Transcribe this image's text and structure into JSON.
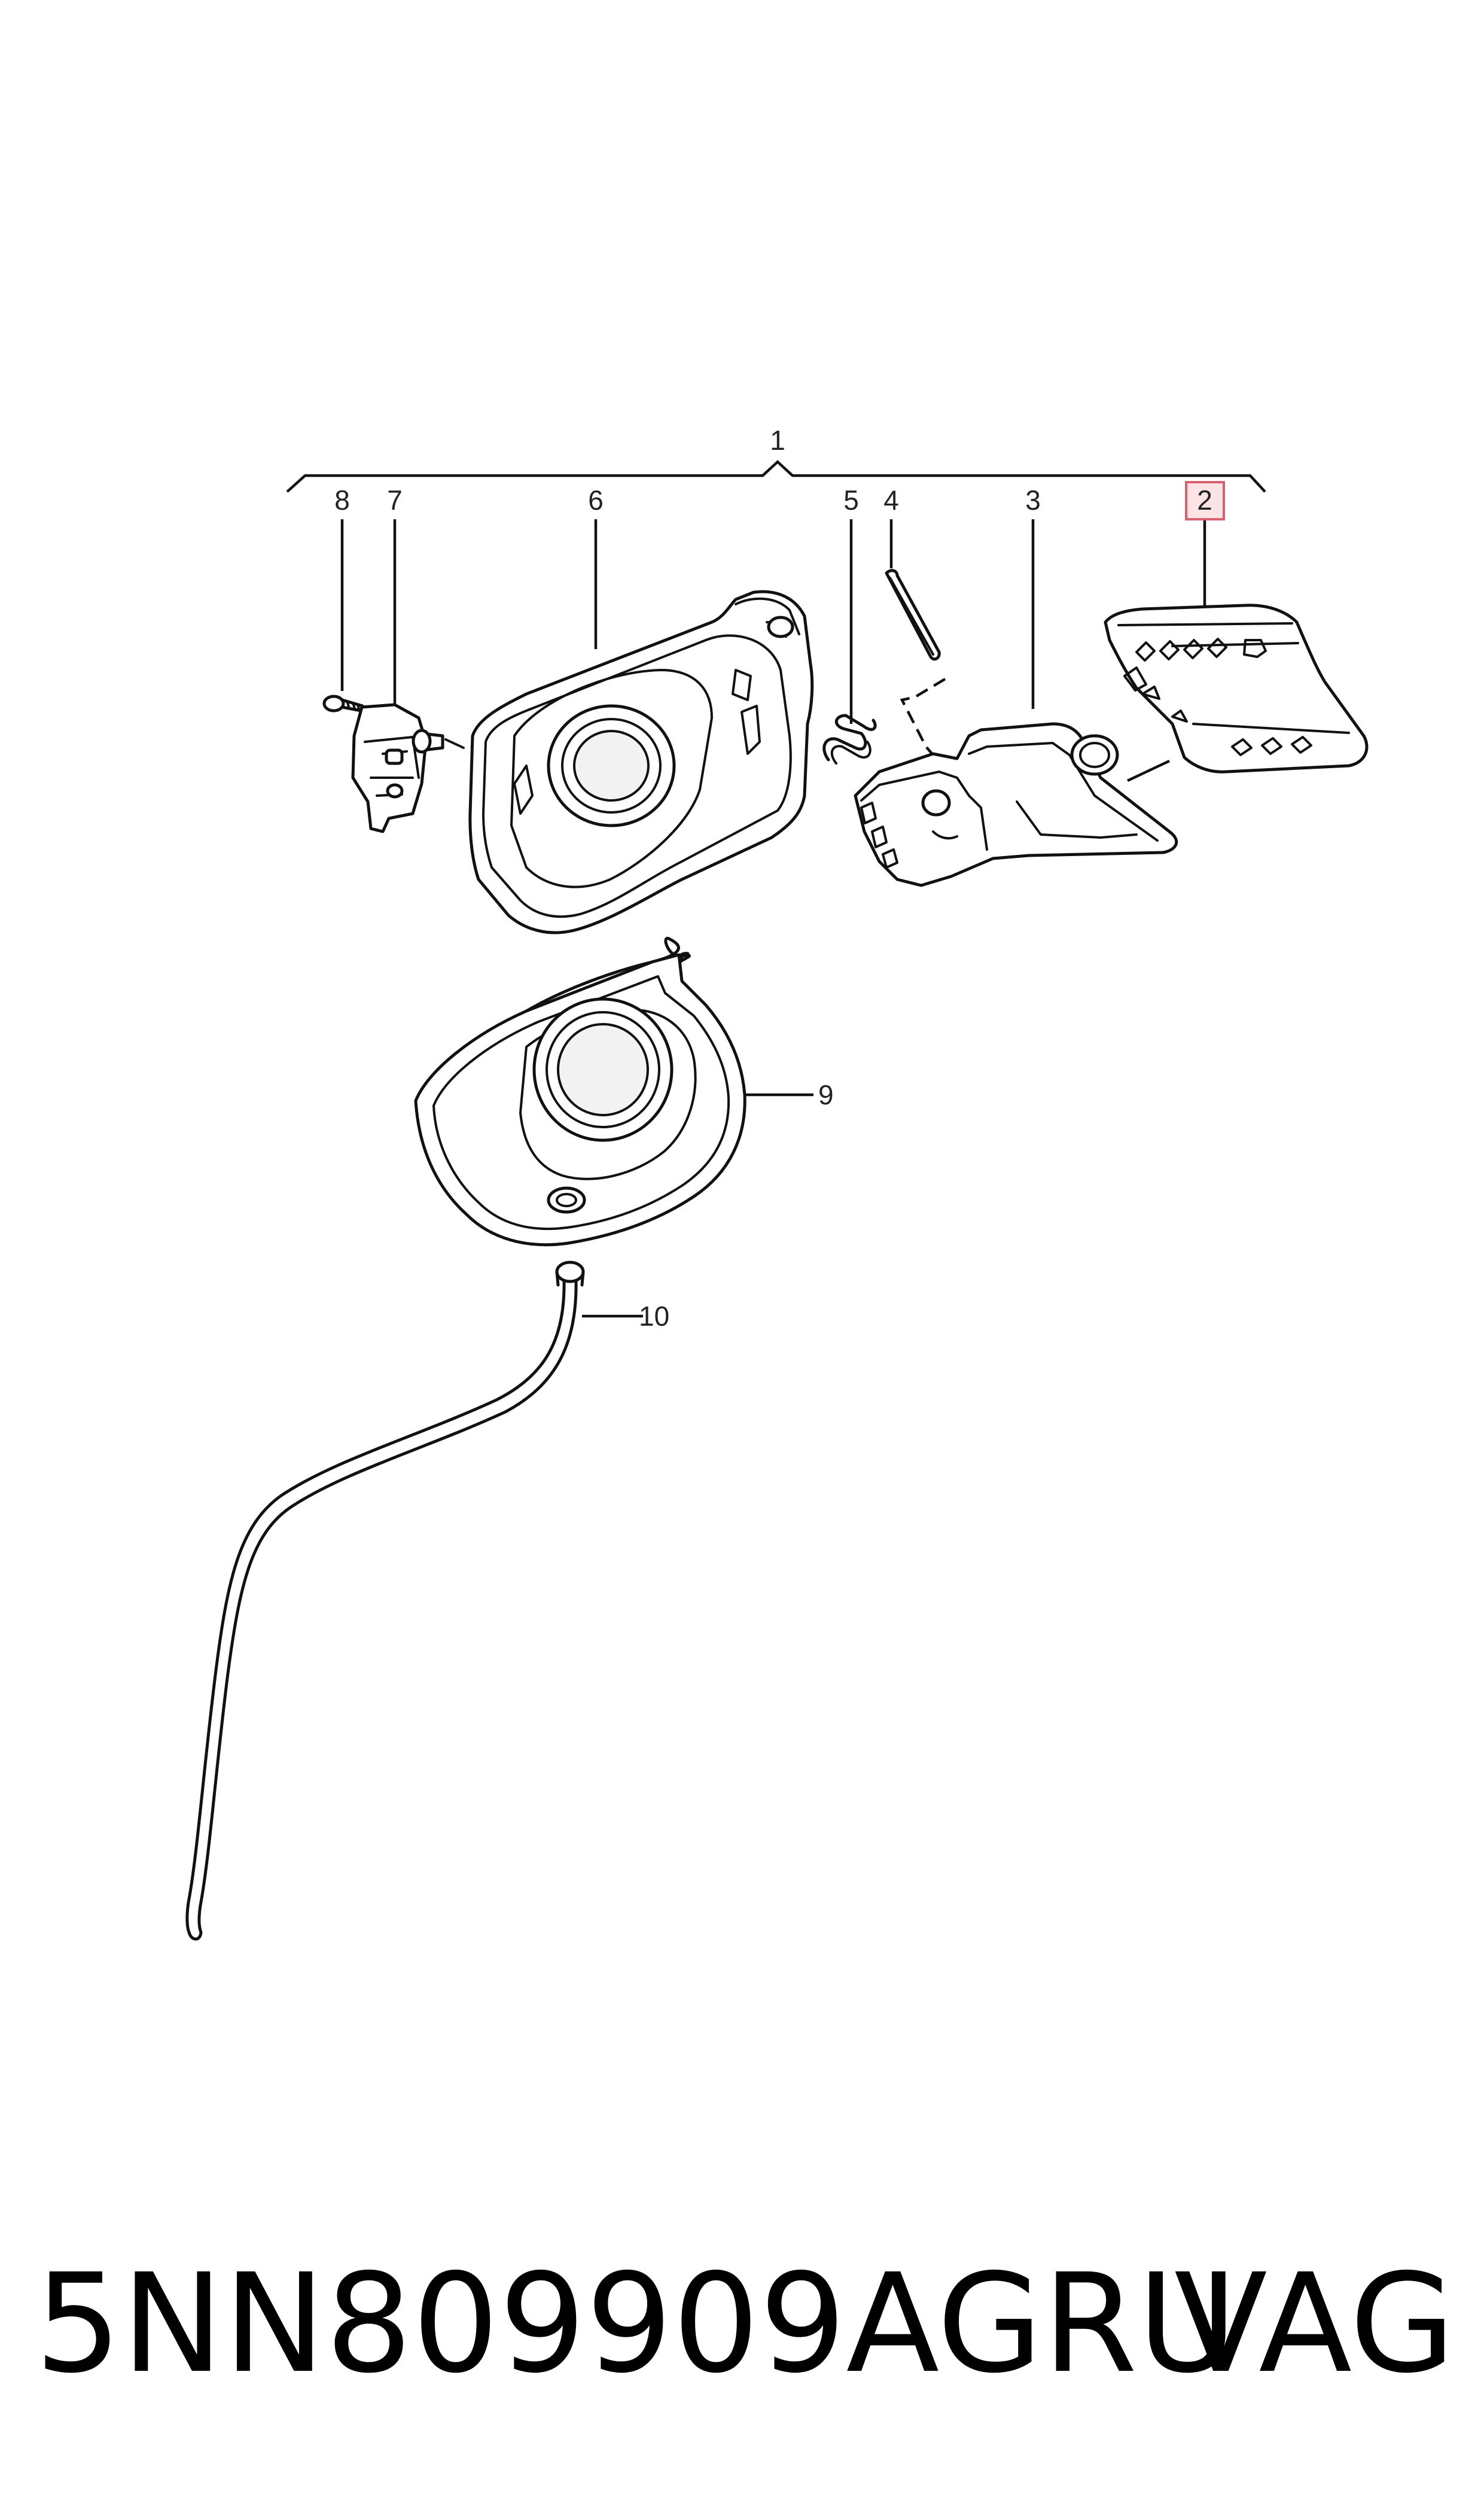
{
  "diagram": {
    "callouts": {
      "c1": "1",
      "c2": "2",
      "c3": "3",
      "c4": "4",
      "c5": "5",
      "c6": "6",
      "c7": "7",
      "c8": "8",
      "c9": "9",
      "c10": "10"
    },
    "highlighted_callout": "2",
    "highlight_color": "#d9606f"
  },
  "footer": {
    "part_number": "5NN809909AGRU",
    "brand": "VAG"
  }
}
